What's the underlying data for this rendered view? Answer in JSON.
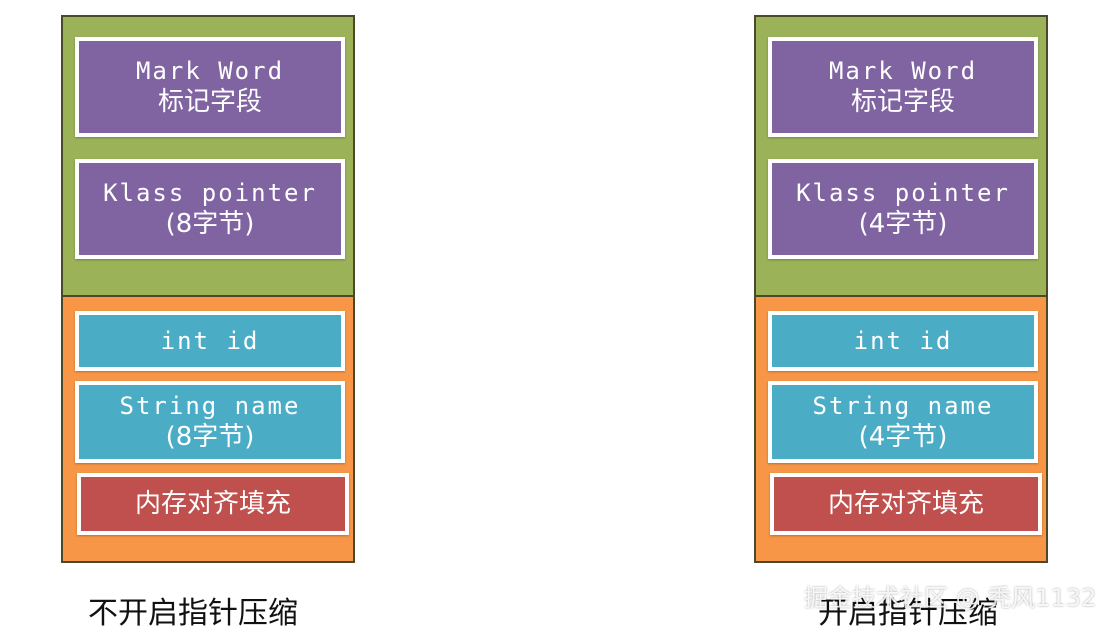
{
  "left": {
    "mark_word": {
      "en": "Mark Word",
      "cn": "标记字段"
    },
    "klass_pointer": {
      "en": "Klass pointer",
      "cn": "(8字节)"
    },
    "int_id": {
      "en": "int id"
    },
    "string_name": {
      "en": "String name",
      "cn": "(8字节)"
    },
    "padding": {
      "cn": "内存对齐填充"
    },
    "caption": "不开启指针压缩"
  },
  "right": {
    "mark_word": {
      "en": "Mark Word",
      "cn": "标记字段"
    },
    "klass_pointer": {
      "en": "Klass pointer",
      "cn": "(4字节)"
    },
    "int_id": {
      "en": "int id"
    },
    "string_name": {
      "en": "String name",
      "cn": "(4字节)"
    },
    "padding": {
      "cn": "内存对齐填充"
    },
    "caption": "开启指针压缩"
  },
  "watermark": "掘金技术社区 @ 秃风1132",
  "colors": {
    "header_section": "#9bb259",
    "body_section": "#f79646",
    "mark_word_block": "#8064a2",
    "field_block": "#4bacc6",
    "padding_block": "#c0504d"
  }
}
